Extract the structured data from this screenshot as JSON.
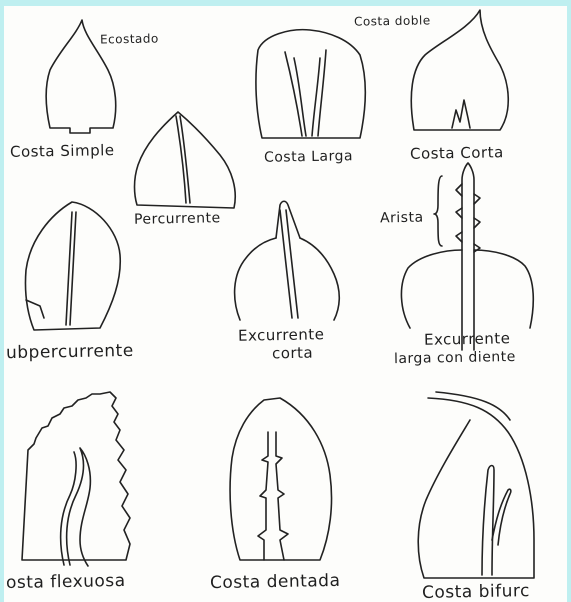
{
  "labels": {
    "ecostado": "Ecostado",
    "costa_simple": "Costa Simple",
    "costa_larga": "Costa Larga",
    "costa_doble": "Costa doble",
    "costa_corta": "Costa Corta",
    "percurrente": "Percurrente",
    "arista": "Arista",
    "subpercurrente": "ubpercurrente",
    "excurrente_corta_1": "Excurrente",
    "excurrente_corta_2": "corta",
    "excurrente_larga_1": "Excurrente",
    "excurrente_larga_2": "larga con diente",
    "costa_flexuosa": "osta flexuosa",
    "costa_dentada": "Costa dentada",
    "costa_bifurcada": "Costa bifurc"
  },
  "colors": {
    "border": "#bfeff0",
    "paper": "#fdfdfb",
    "ink": "#222222"
  }
}
